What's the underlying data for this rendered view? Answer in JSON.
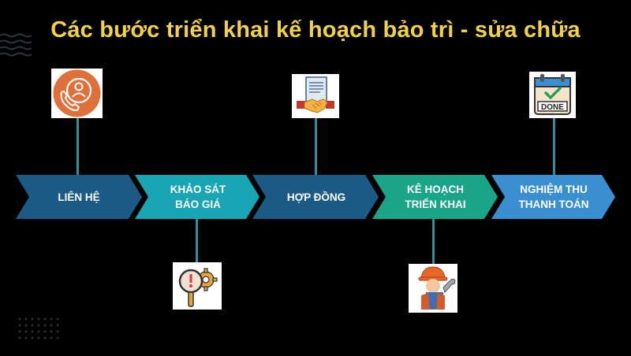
{
  "title": "Các bước triển khai kế hoạch bảo trì - sửa chữa",
  "steps": [
    {
      "line1": "LIÊN HỆ",
      "line2": "",
      "color": "#1c5a86",
      "icon": "phone-contact-icon",
      "icon_position": "above"
    },
    {
      "line1": "KHẢO SÁT",
      "line2": "BÁO GIÁ",
      "color": "#1aa5b4",
      "icon": "inspection-gear-icon",
      "icon_position": "below"
    },
    {
      "line1": "HỢP ĐỒNG",
      "line2": "",
      "color": "#1c5a86",
      "icon": "contract-handshake-icon",
      "icon_position": "above"
    },
    {
      "line1": "KÊ HOẠCH",
      "line2": "TRIỂN KHAI",
      "color": "#1aa589",
      "icon": "engineer-worker-icon",
      "icon_position": "below"
    },
    {
      "line1": "NGHIỆM THU",
      "line2": "THANH TOÁN",
      "color": "#3a8fd0",
      "icon": "calendar-done-icon",
      "icon_position": "above"
    }
  ],
  "icons": {
    "done_text": "DONE"
  },
  "colors": {
    "title": "#f2d14a",
    "connector": "#2e8f98",
    "background": "#000000"
  }
}
